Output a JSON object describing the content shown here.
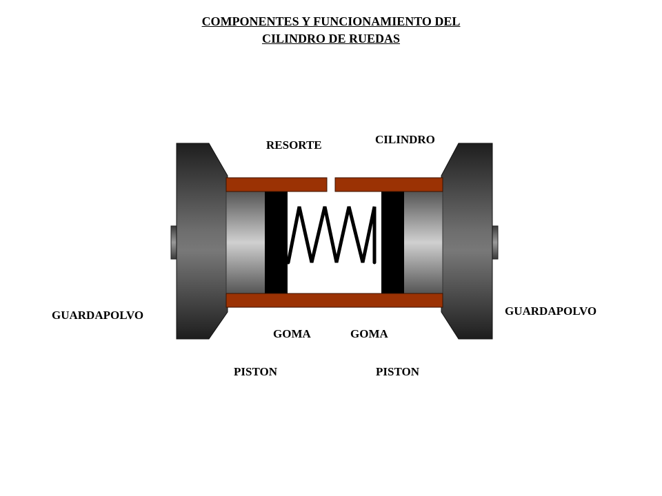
{
  "title": {
    "line1": "COMPONENTES Y FUNCIONAMIENTO  DEL",
    "line2": "CILINDRO  DE  RUEDAS"
  },
  "labels": {
    "resorte": "RESORTE",
    "cilindro": "CILINDRO",
    "guardapolvo_left": "GUARDAPOLVO",
    "guardapolvo_right": "GUARDAPOLVO",
    "goma_left": "GOMA",
    "goma_right": "GOMA",
    "piston_left": "PISTON",
    "piston_right": "PISTON"
  },
  "colors": {
    "cylinder_wall": "#9b3204",
    "rubber_seal": "#000000",
    "spring": "#000000",
    "dust_boot": "#6e6e6e",
    "piston": "#a8a8a8"
  }
}
